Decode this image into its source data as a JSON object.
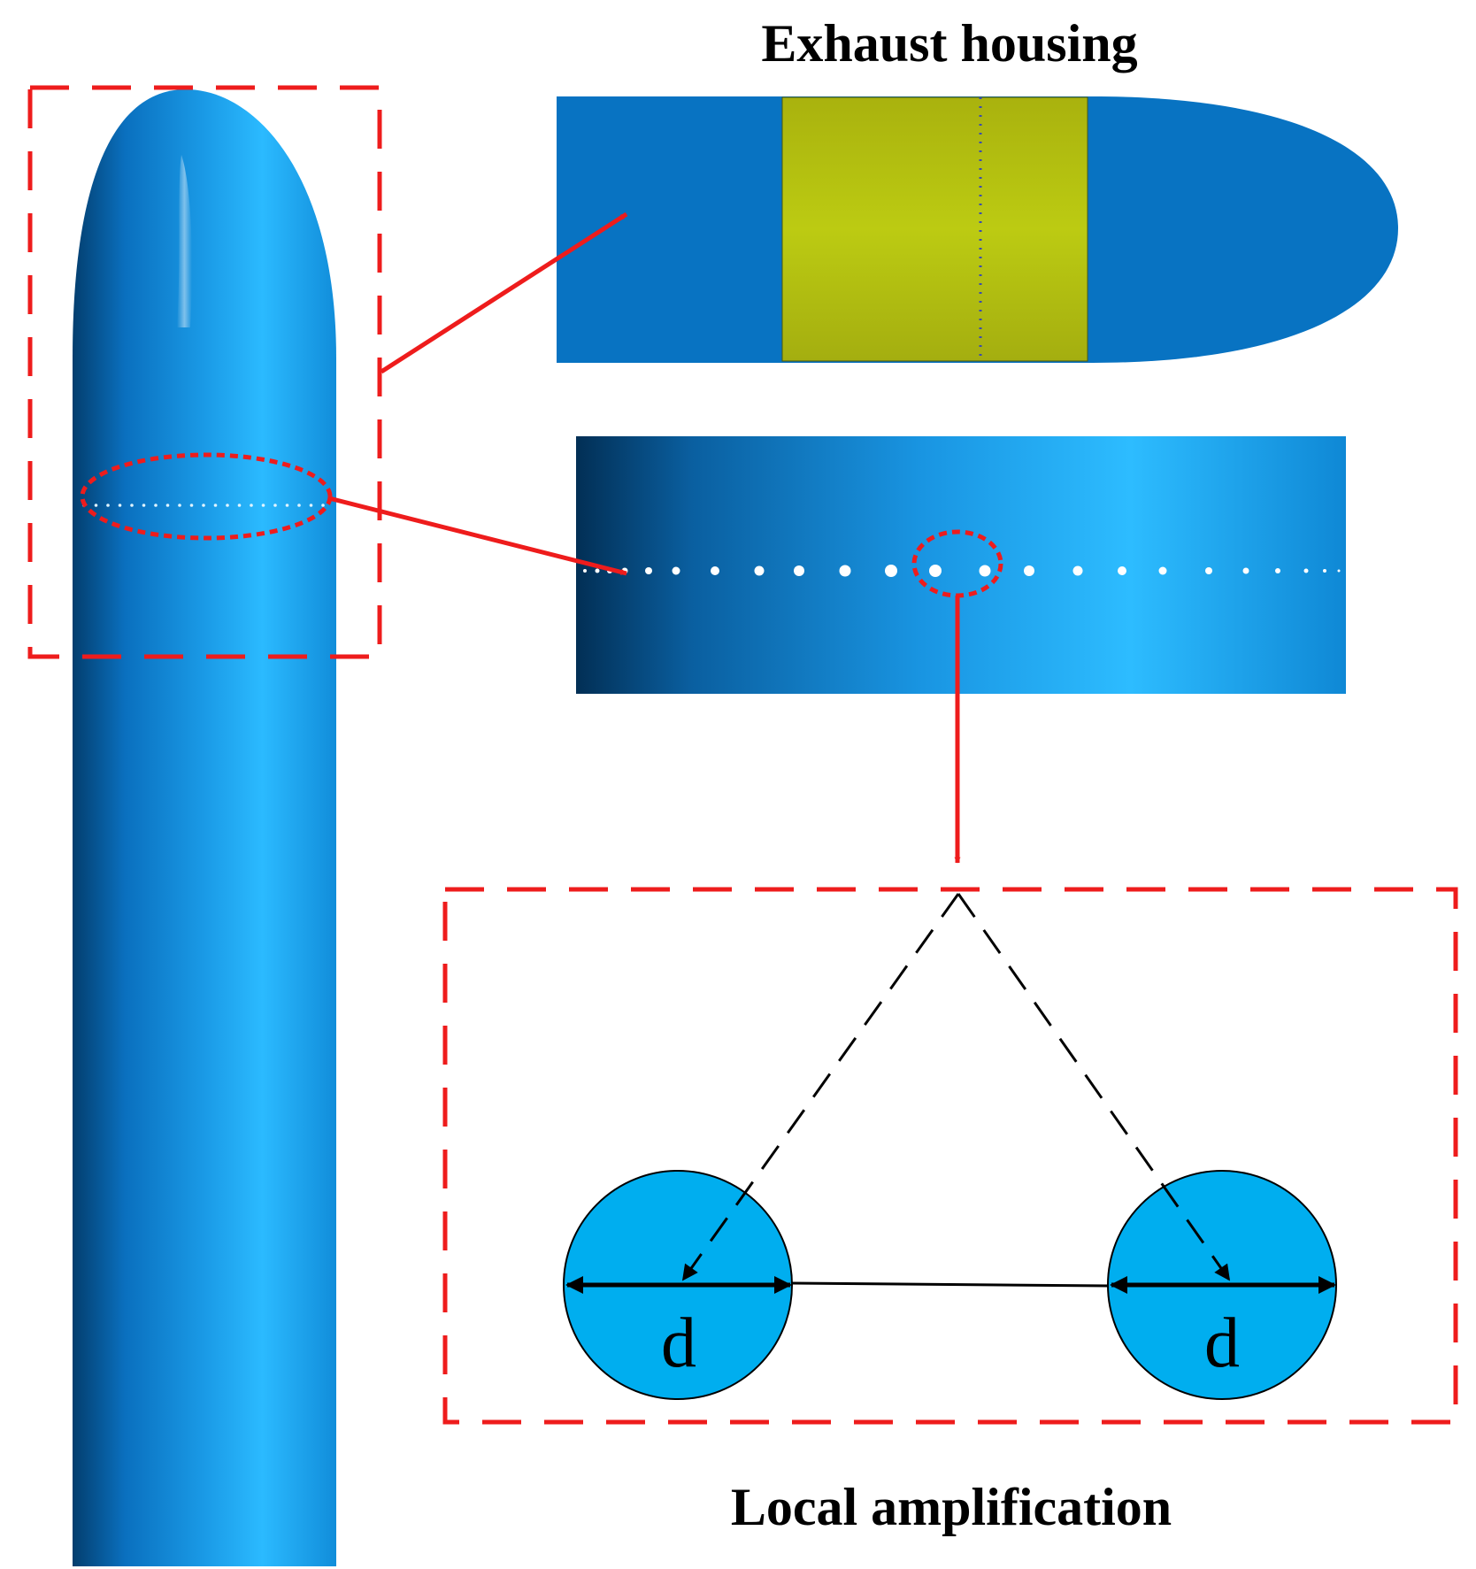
{
  "labels": {
    "top_title": "Exhaust housing",
    "bottom_title": "Local amplification",
    "diameter_left": "d",
    "diameter_right": "d"
  },
  "colors": {
    "callout_red": "#ee1c1c",
    "body_blue": "#1a9ae6",
    "housing_blue": "#0873c2",
    "band_yellow": "#b8c410",
    "hole_circle": "#00aeef",
    "dashed_line": "#000000"
  }
}
